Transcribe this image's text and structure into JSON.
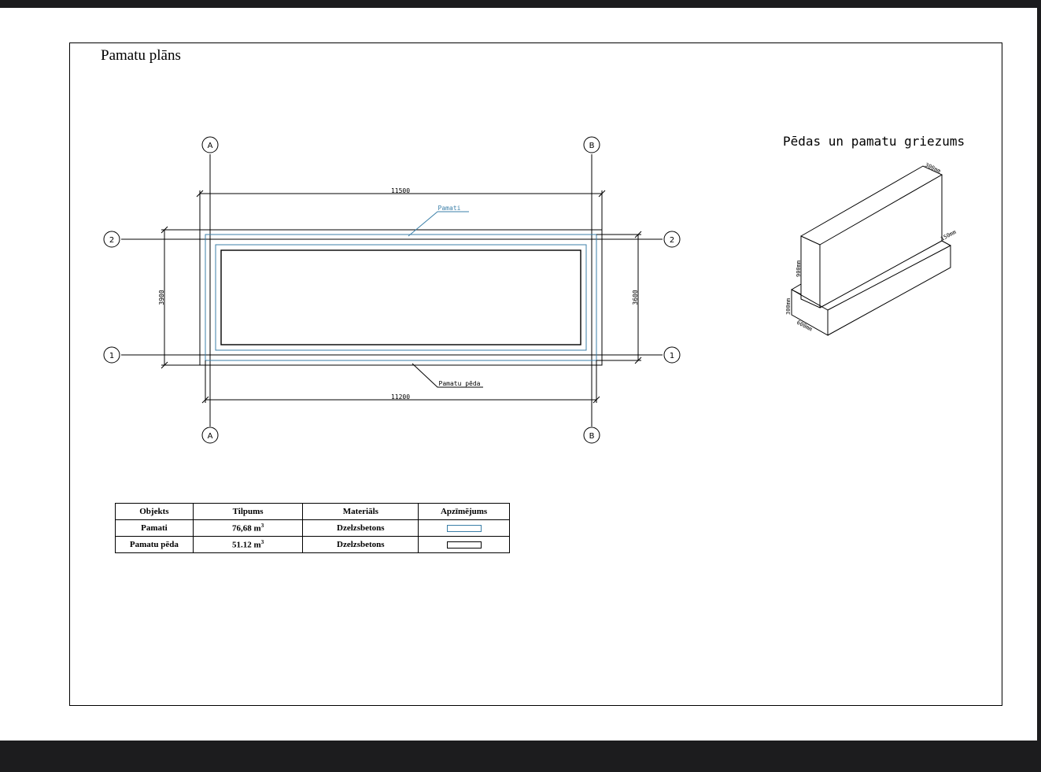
{
  "page": {
    "title": "Pamatu plāns"
  },
  "plan": {
    "axes": {
      "columns": [
        "A",
        "B"
      ],
      "rows": [
        "2",
        "1"
      ]
    },
    "dimensions": {
      "top": "11500",
      "bottom": "11200",
      "left": "3900",
      "right": "3600"
    },
    "callouts": {
      "foundation": "Pamati",
      "footing": "Pamatu pēda"
    }
  },
  "section": {
    "title": "Pēdas un pamatu griezums",
    "labels": {
      "wall_thickness": "300mm",
      "step": "150mm",
      "wall_height": "900mm",
      "footing_height": "300mm",
      "footing_width": "600mm"
    }
  },
  "schedule": {
    "headers": [
      "Objekts",
      "Tilpums",
      "Materiāls",
      "Apzīmējums"
    ],
    "rows": [
      {
        "object": "Pamati",
        "volume": "76,68 m",
        "unit_exp": "3",
        "material": "Dzelzsbetons",
        "legend_color": "#3b7fa8"
      },
      {
        "object": "Pamatu pēda",
        "volume": "51.12 m",
        "unit_exp": "3",
        "material": "Dzelzsbetons",
        "legend_color": "#000000"
      }
    ]
  },
  "colors": {
    "foundation_line": "#3b7fa8",
    "footing_line": "#000000"
  }
}
